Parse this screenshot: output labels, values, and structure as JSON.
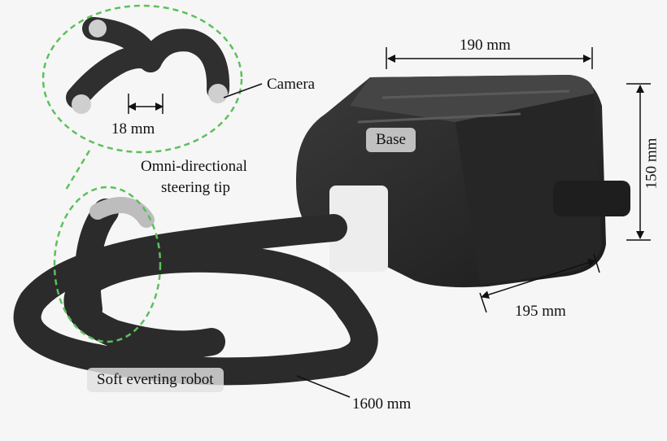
{
  "labels": {
    "camera": "Camera",
    "tip_width": "18 mm",
    "tip": "Omni-directional\nsteering tip",
    "tip_line1": "Omni-directional",
    "tip_line2": "steering tip",
    "base": "Base",
    "width": "190 mm",
    "height": "150 mm",
    "depth": "195 mm",
    "robot": "Soft everting robot",
    "length": "1600 mm"
  },
  "colors": {
    "background": "#f6f6f6",
    "robot_body": "#2b2b2b",
    "callout_dash": "#5cc05c"
  }
}
